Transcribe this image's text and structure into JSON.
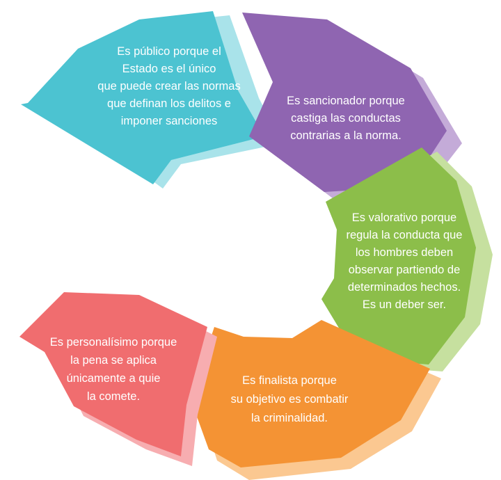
{
  "segments": [
    {
      "id": "publico",
      "lines": [
        "Es público porque el",
        "Estado es el único",
        "que puede crear las normas",
        "que definan los delitos e",
        "imponer sanciones"
      ],
      "color": "#4cc3d1",
      "shadow": "#a9e3ea"
    },
    {
      "id": "sancionador",
      "lines": [
        "Es sancionador porque",
        "castiga las conductas",
        "contrarias a la norma."
      ],
      "color": "#8f65b1",
      "shadow": "#c4abd8"
    },
    {
      "id": "valorativo",
      "lines": [
        "Es valorativo porque",
        "regula la conducta que",
        "los hombres deben",
        "observar partiendo de",
        "determinados hechos.",
        "Es un deber ser."
      ],
      "color": "#8cbe4a",
      "shadow": "#c6e09f"
    },
    {
      "id": "finalista",
      "lines": [
        "Es finalista porque",
        "su objetivo es combatir",
        "la criminalidad."
      ],
      "color": "#f49334",
      "shadow": "#fbc891"
    },
    {
      "id": "personalisimo",
      "lines": [
        "Es personalísimo porque",
        "la pena se aplica",
        "únicamente a quie",
        "la comete."
      ],
      "color": "#f06d6f",
      "shadow": "#f7adb0"
    }
  ]
}
